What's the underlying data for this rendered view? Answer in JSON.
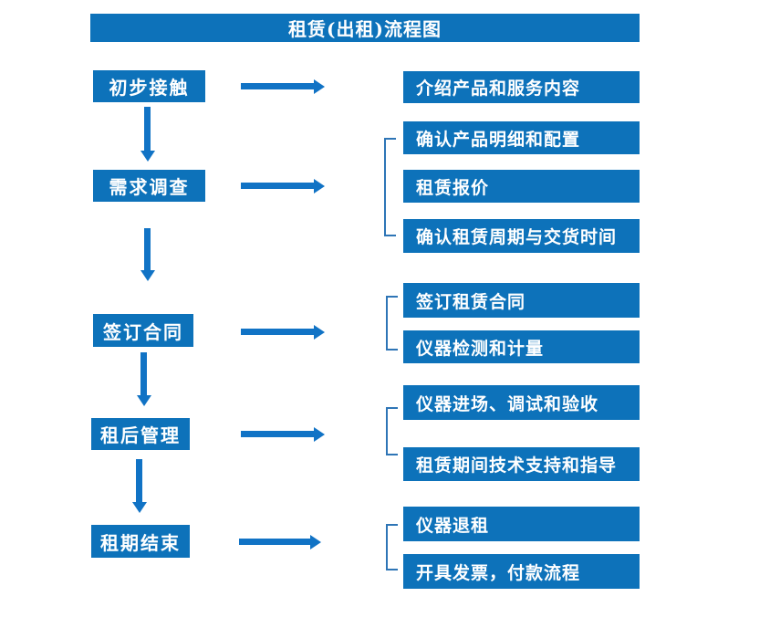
{
  "title": "租赁(出租)流程图",
  "colors": {
    "box_blue": "#0d72ba",
    "arrow_blue": "#1173c5",
    "bracket_blue": "#2e75b6",
    "text_white": "#ffffff",
    "background": "#ffffff"
  },
  "steps": [
    {
      "label": "初步接触",
      "outputs": [
        "介绍产品和服务内容"
      ]
    },
    {
      "label": "需求调查",
      "outputs": [
        "确认产品明细和配置",
        "租赁报价",
        "确认租赁周期与交货时间"
      ]
    },
    {
      "label": "签订合同",
      "outputs": [
        "签订租赁合同",
        "仪器检测和计量"
      ]
    },
    {
      "label": "租后管理",
      "outputs": [
        "仪器进场、调试和验收",
        "租赁期间技术支持和指导"
      ]
    },
    {
      "label": "租期结束",
      "outputs": [
        "仪器退租",
        "开具发票，付款流程"
      ]
    }
  ]
}
